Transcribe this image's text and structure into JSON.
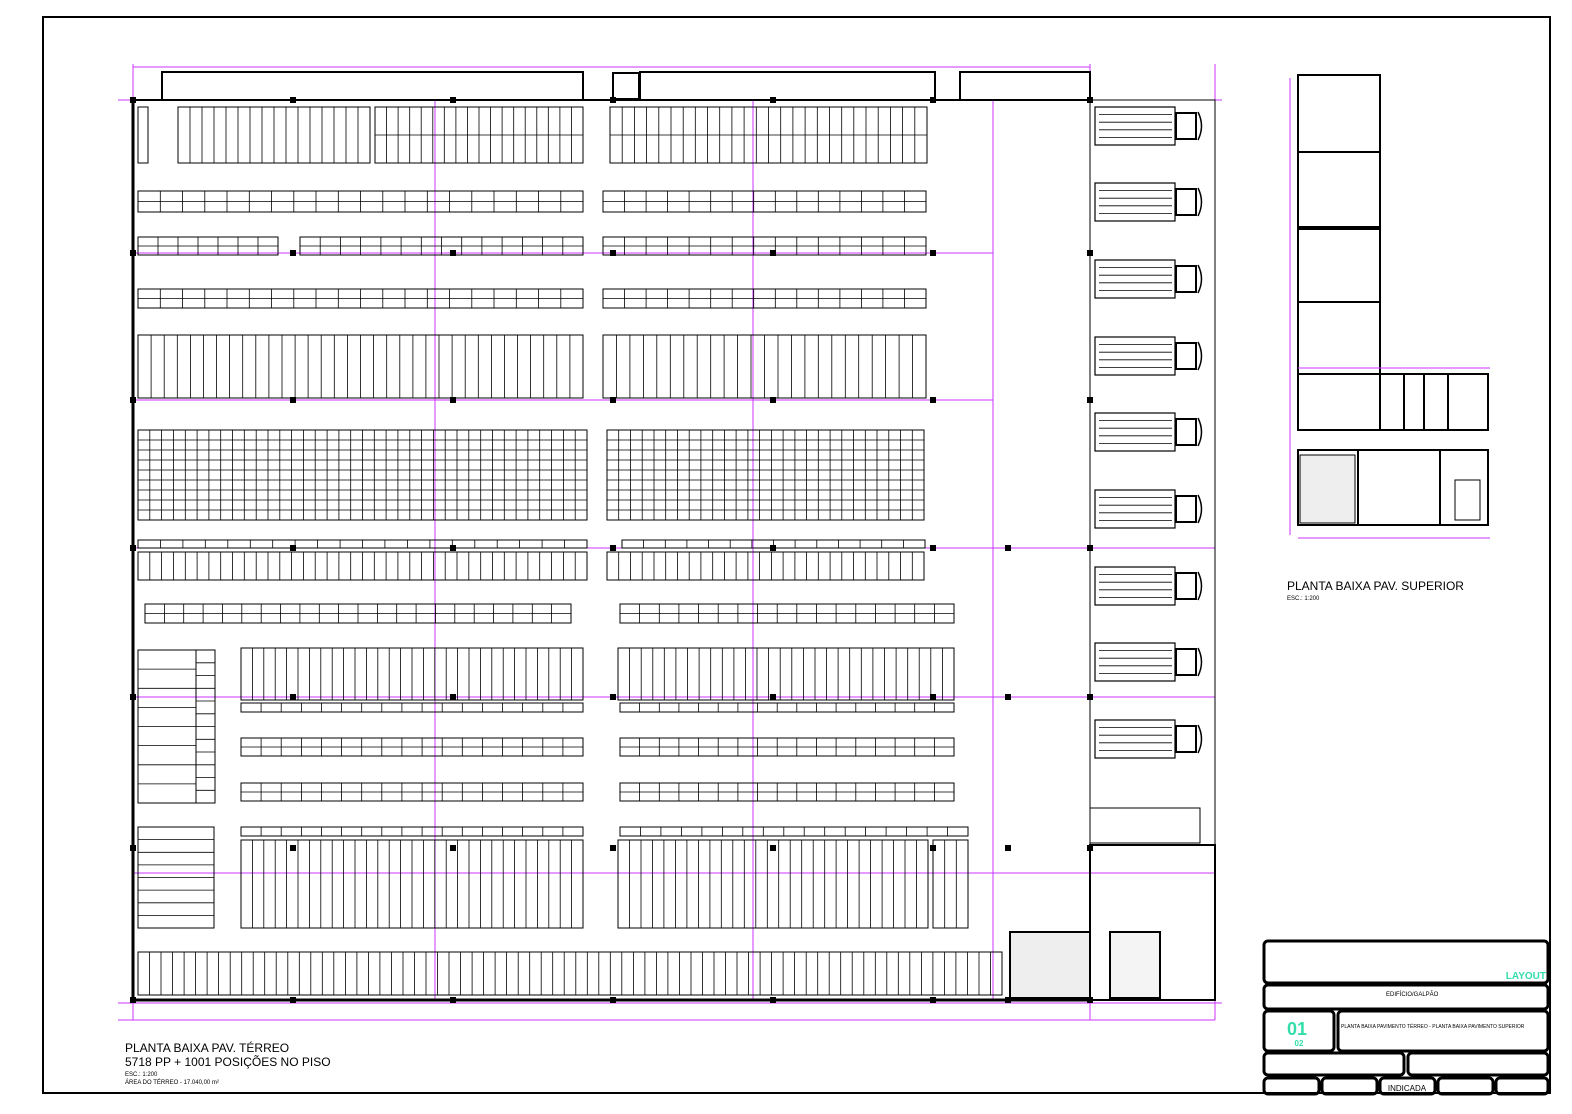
{
  "ground_floor": {
    "title": "PLANTA BAIXA PAV. TÉRREO",
    "subtitle": "5718 PP + 1001 POSIÇÕES NO PISO",
    "scale": "ESC.: 1:200",
    "area": "ÁREA DO TÉRREO - 17.040,00 m²"
  },
  "upper_floor": {
    "title": "PLANTA BAIXA PAV. SUPERIOR",
    "scale": "ESC.: 1:200"
  },
  "title_block": {
    "stamp": "LAYOUT",
    "project": "EDIFÍCIO/GALPÃO",
    "sheet_number": "01",
    "sheet_total": "02",
    "content": "PLANTA BAIXA PAVIMENTO TÉRREO - PLANTA BAIXA PAVIMENTO SUPERIOR",
    "scale_value": "INDICADA"
  },
  "colors": {
    "lines": "#000000",
    "grid_axes": "#cc33ff",
    "accent": "#33ddaa",
    "annotations": "#3399ff",
    "fixtures": "#ff9900"
  }
}
